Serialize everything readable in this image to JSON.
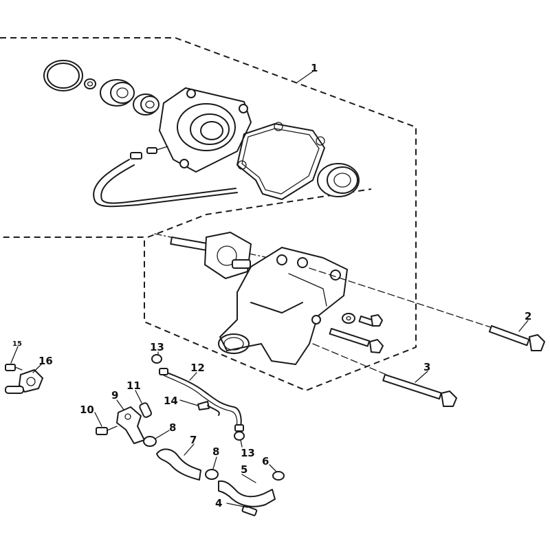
{
  "diagram": {
    "callouts": [
      {
        "id": "c1",
        "text": "1"
      },
      {
        "id": "c2",
        "text": "2"
      },
      {
        "id": "c3",
        "text": "3"
      },
      {
        "id": "c4",
        "text": "4"
      },
      {
        "id": "c5",
        "text": "5"
      },
      {
        "id": "c6",
        "text": "6"
      },
      {
        "id": "c7",
        "text": "7"
      },
      {
        "id": "c8a",
        "text": "8"
      },
      {
        "id": "c8b",
        "text": "8"
      },
      {
        "id": "c9",
        "text": "9"
      },
      {
        "id": "c10",
        "text": "10"
      },
      {
        "id": "c11",
        "text": "11"
      },
      {
        "id": "c12",
        "text": "12"
      },
      {
        "id": "c13a",
        "text": "13"
      },
      {
        "id": "c13b",
        "text": "13"
      },
      {
        "id": "c14",
        "text": "14"
      },
      {
        "id": "c15",
        "text": "15"
      },
      {
        "id": "c16",
        "text": "16"
      }
    ]
  }
}
